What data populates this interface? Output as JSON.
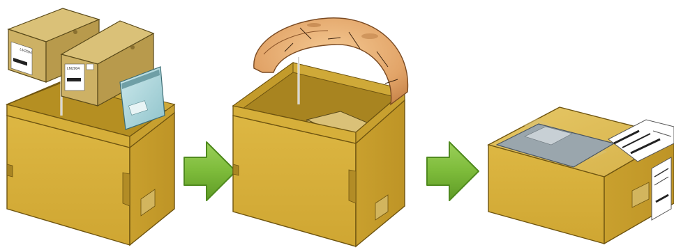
{
  "steps": [
    {
      "id": "step-1",
      "carton_label_1": "LM2004",
      "carton_label_2": "LM2004"
    },
    {
      "id": "step-2"
    },
    {
      "id": "step-3"
    }
  ],
  "arrows": [
    {
      "from": "step-1",
      "to": "step-2",
      "icon": "right-arrow-icon"
    },
    {
      "from": "step-2",
      "to": "step-3",
      "icon": "right-arrow-icon"
    }
  ],
  "colors": {
    "cardboard_front": "#D8B13C",
    "cardboard_side": "#C79E2C",
    "cardboard_top": "#E2C45E",
    "cardboard_dark": "#8A6A12",
    "small_box": "#CDB165",
    "small_box_side": "#B89A4C",
    "arrow_green": "#7DBB3A",
    "arrow_green_dark": "#4F8A1E",
    "cushion": "#E7B07A",
    "pouch_blue": "#A9D4DA",
    "packing_list_pouch": "#9AA6AD"
  }
}
